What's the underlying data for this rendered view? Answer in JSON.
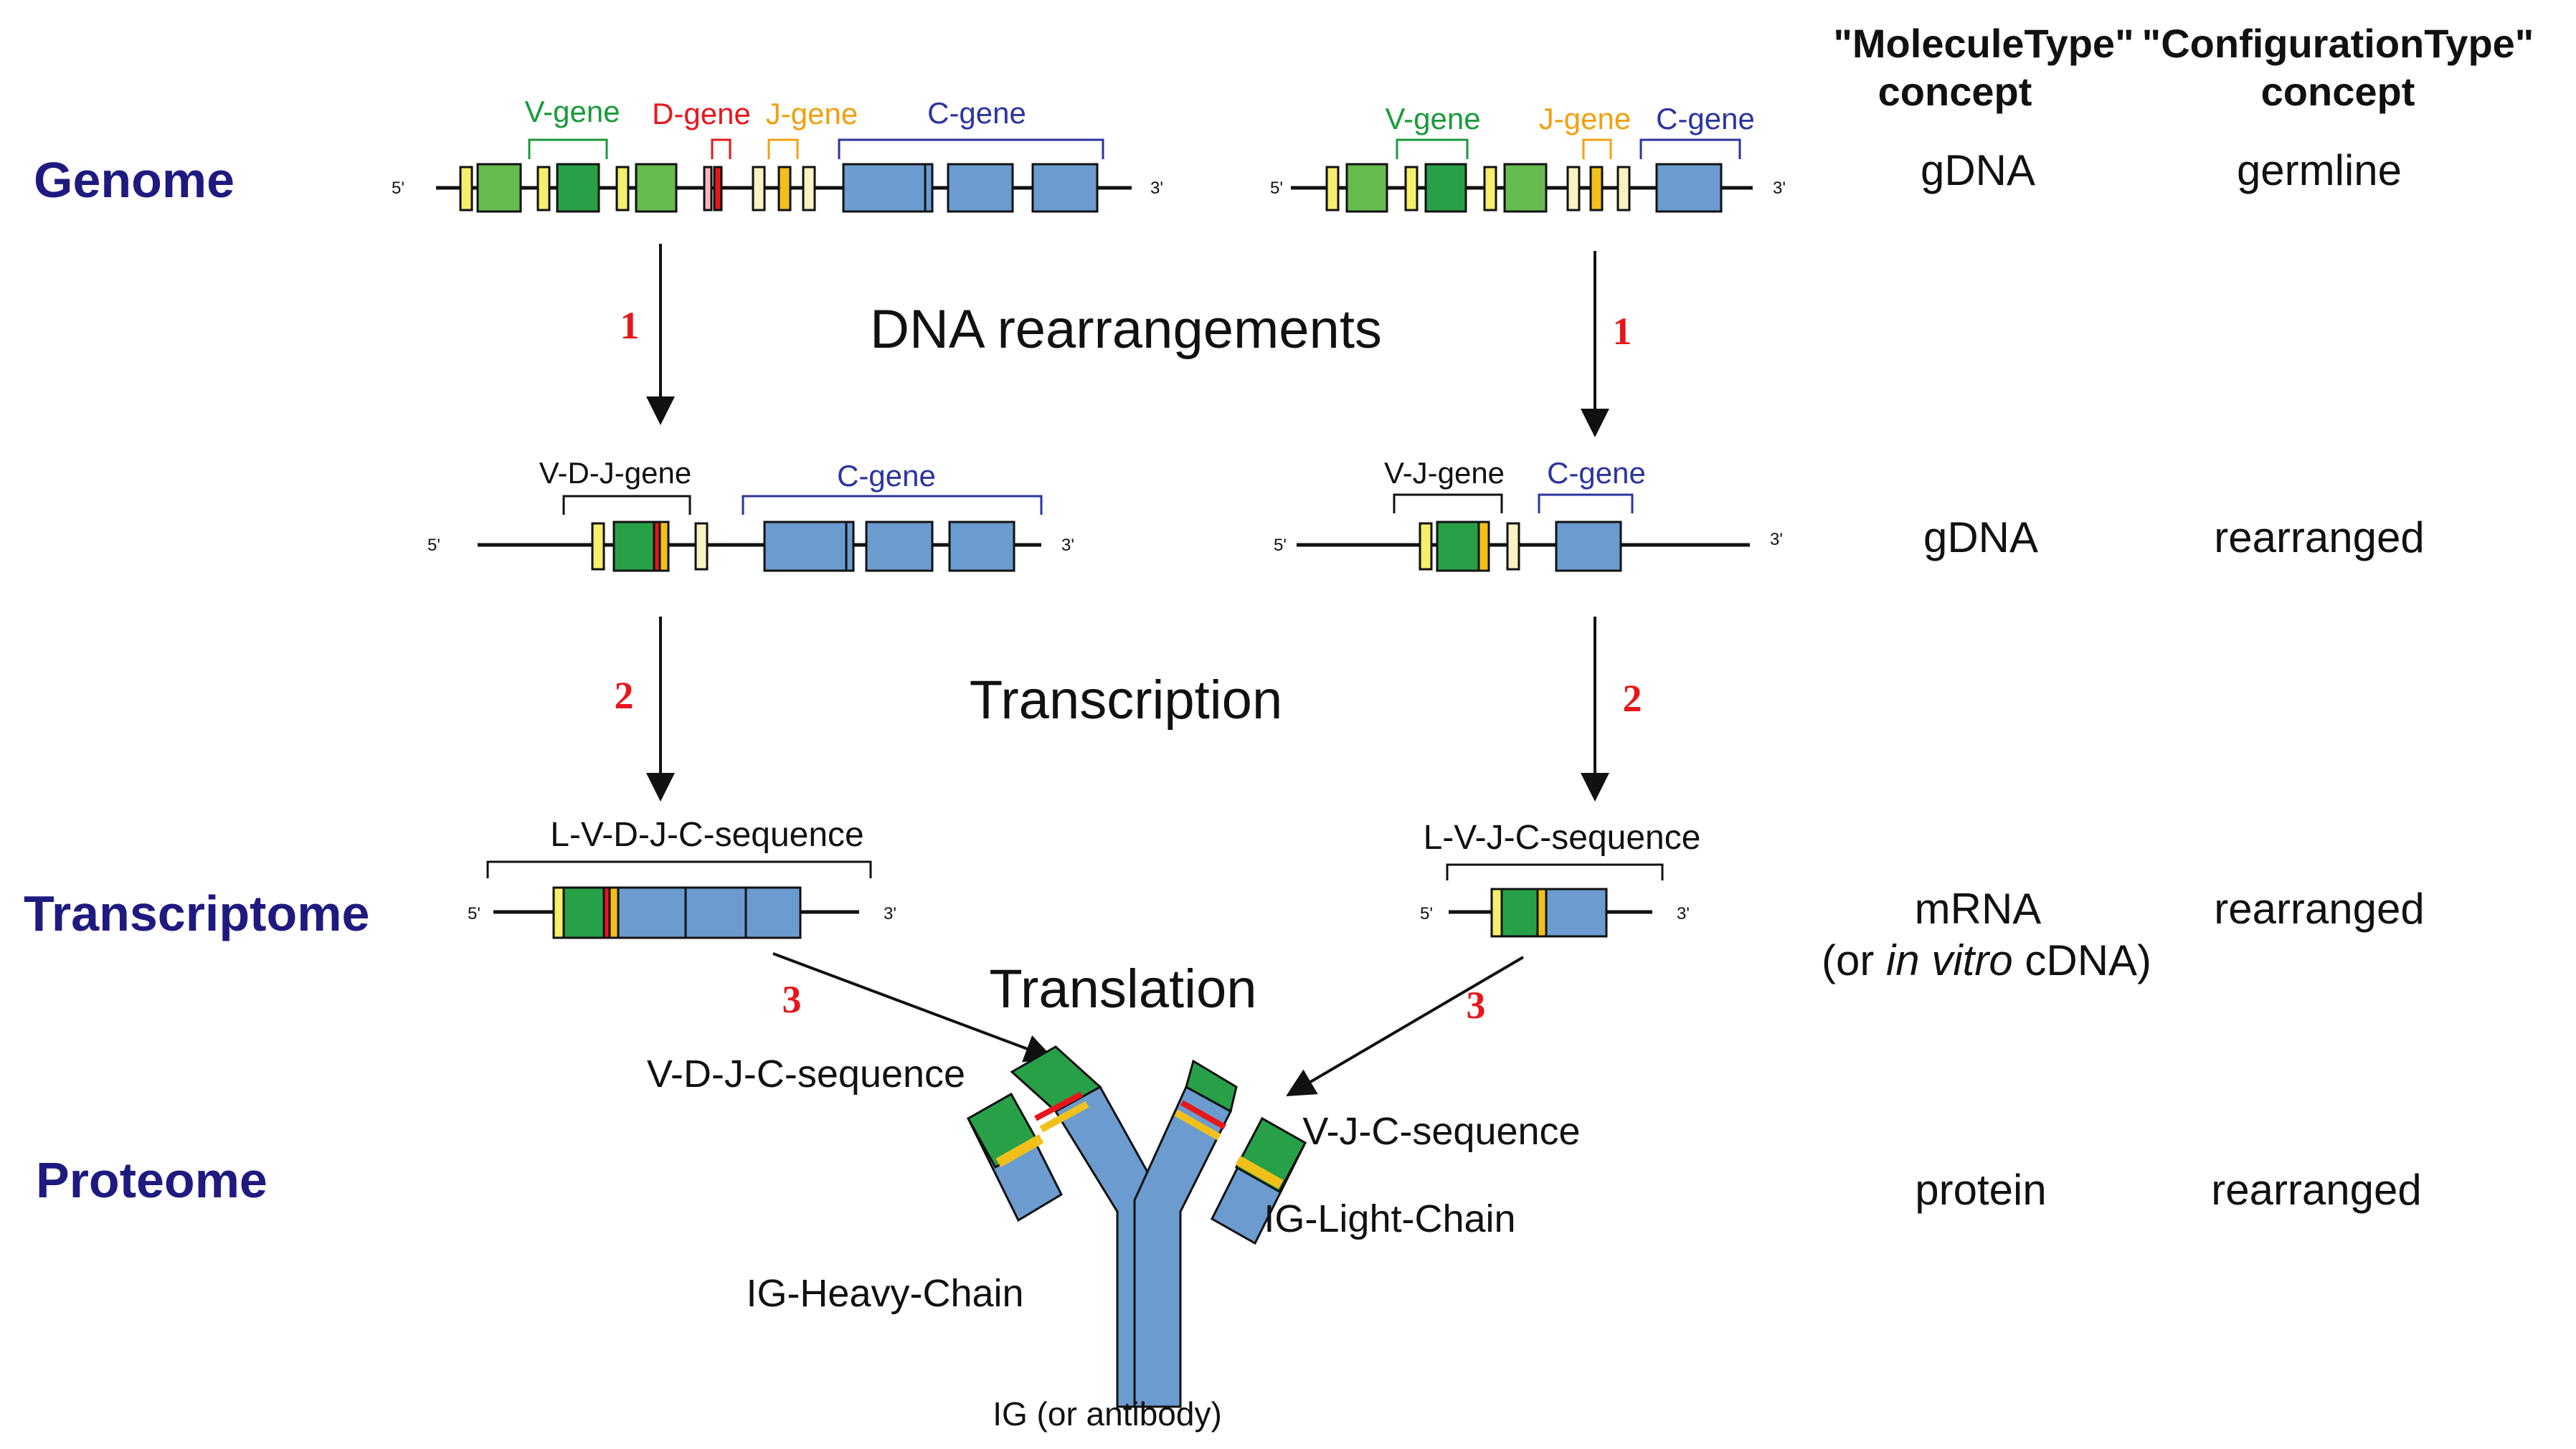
{
  "levels": {
    "genome": "Genome",
    "transcriptome": "Transcriptome",
    "proteome": "Proteome"
  },
  "processes": {
    "dna_rearrangements": "DNA rearrangements",
    "transcription": "Transcription",
    "translation": "Translation"
  },
  "steps": {
    "one": "1",
    "two": "2",
    "three": "3"
  },
  "gene_labels": {
    "v_gene": "V-gene",
    "d_gene": "D-gene",
    "j_gene": "J-gene",
    "c_gene": "C-gene",
    "vdj_gene": "V-D-J-gene",
    "vj_gene": "V-J-gene"
  },
  "ends": {
    "five_prime": "5'",
    "three_prime": "3'"
  },
  "sequences": {
    "l_vdjc": "L-V-D-J-C-sequence",
    "l_vjc": "L-V-J-C-sequence",
    "vdjc": "V-D-J-C-sequence",
    "vjc": "V-J-C-sequence"
  },
  "chains": {
    "heavy": "IG-Heavy-Chain",
    "light": "IG-Light-Chain",
    "antibody": "IG (or antibody)"
  },
  "table": {
    "molecule_header": [
      "\"MoleculeType\"",
      "concept"
    ],
    "configuration_header": [
      "\"ConfigurationType\"",
      "concept"
    ],
    "rows": [
      {
        "molecule": "gDNA",
        "configuration": "germline"
      },
      {
        "molecule": "gDNA",
        "configuration": "rearranged"
      },
      {
        "molecule": "mRNA",
        "molecule_note": {
          "before": "(or ",
          "italic": "in vitro",
          "after": " cDNA)"
        },
        "configuration": "rearranged"
      },
      {
        "molecule": "protein",
        "configuration": "rearranged"
      }
    ]
  },
  "colors": {
    "level_text": "#1f1a80",
    "step_number": "#e8161b",
    "v_gene": "#1a9a3a",
    "d_gene": "#e8161b",
    "j_gene": "#f0a010",
    "c_gene": "#2b35a0",
    "v_segment_light": "#66bb4f",
    "v_segment_dark": "#27a047",
    "c_segment": "#6b9bcf",
    "l_segment": "#f5ef6a",
    "j_segment": "#f2c01a"
  }
}
